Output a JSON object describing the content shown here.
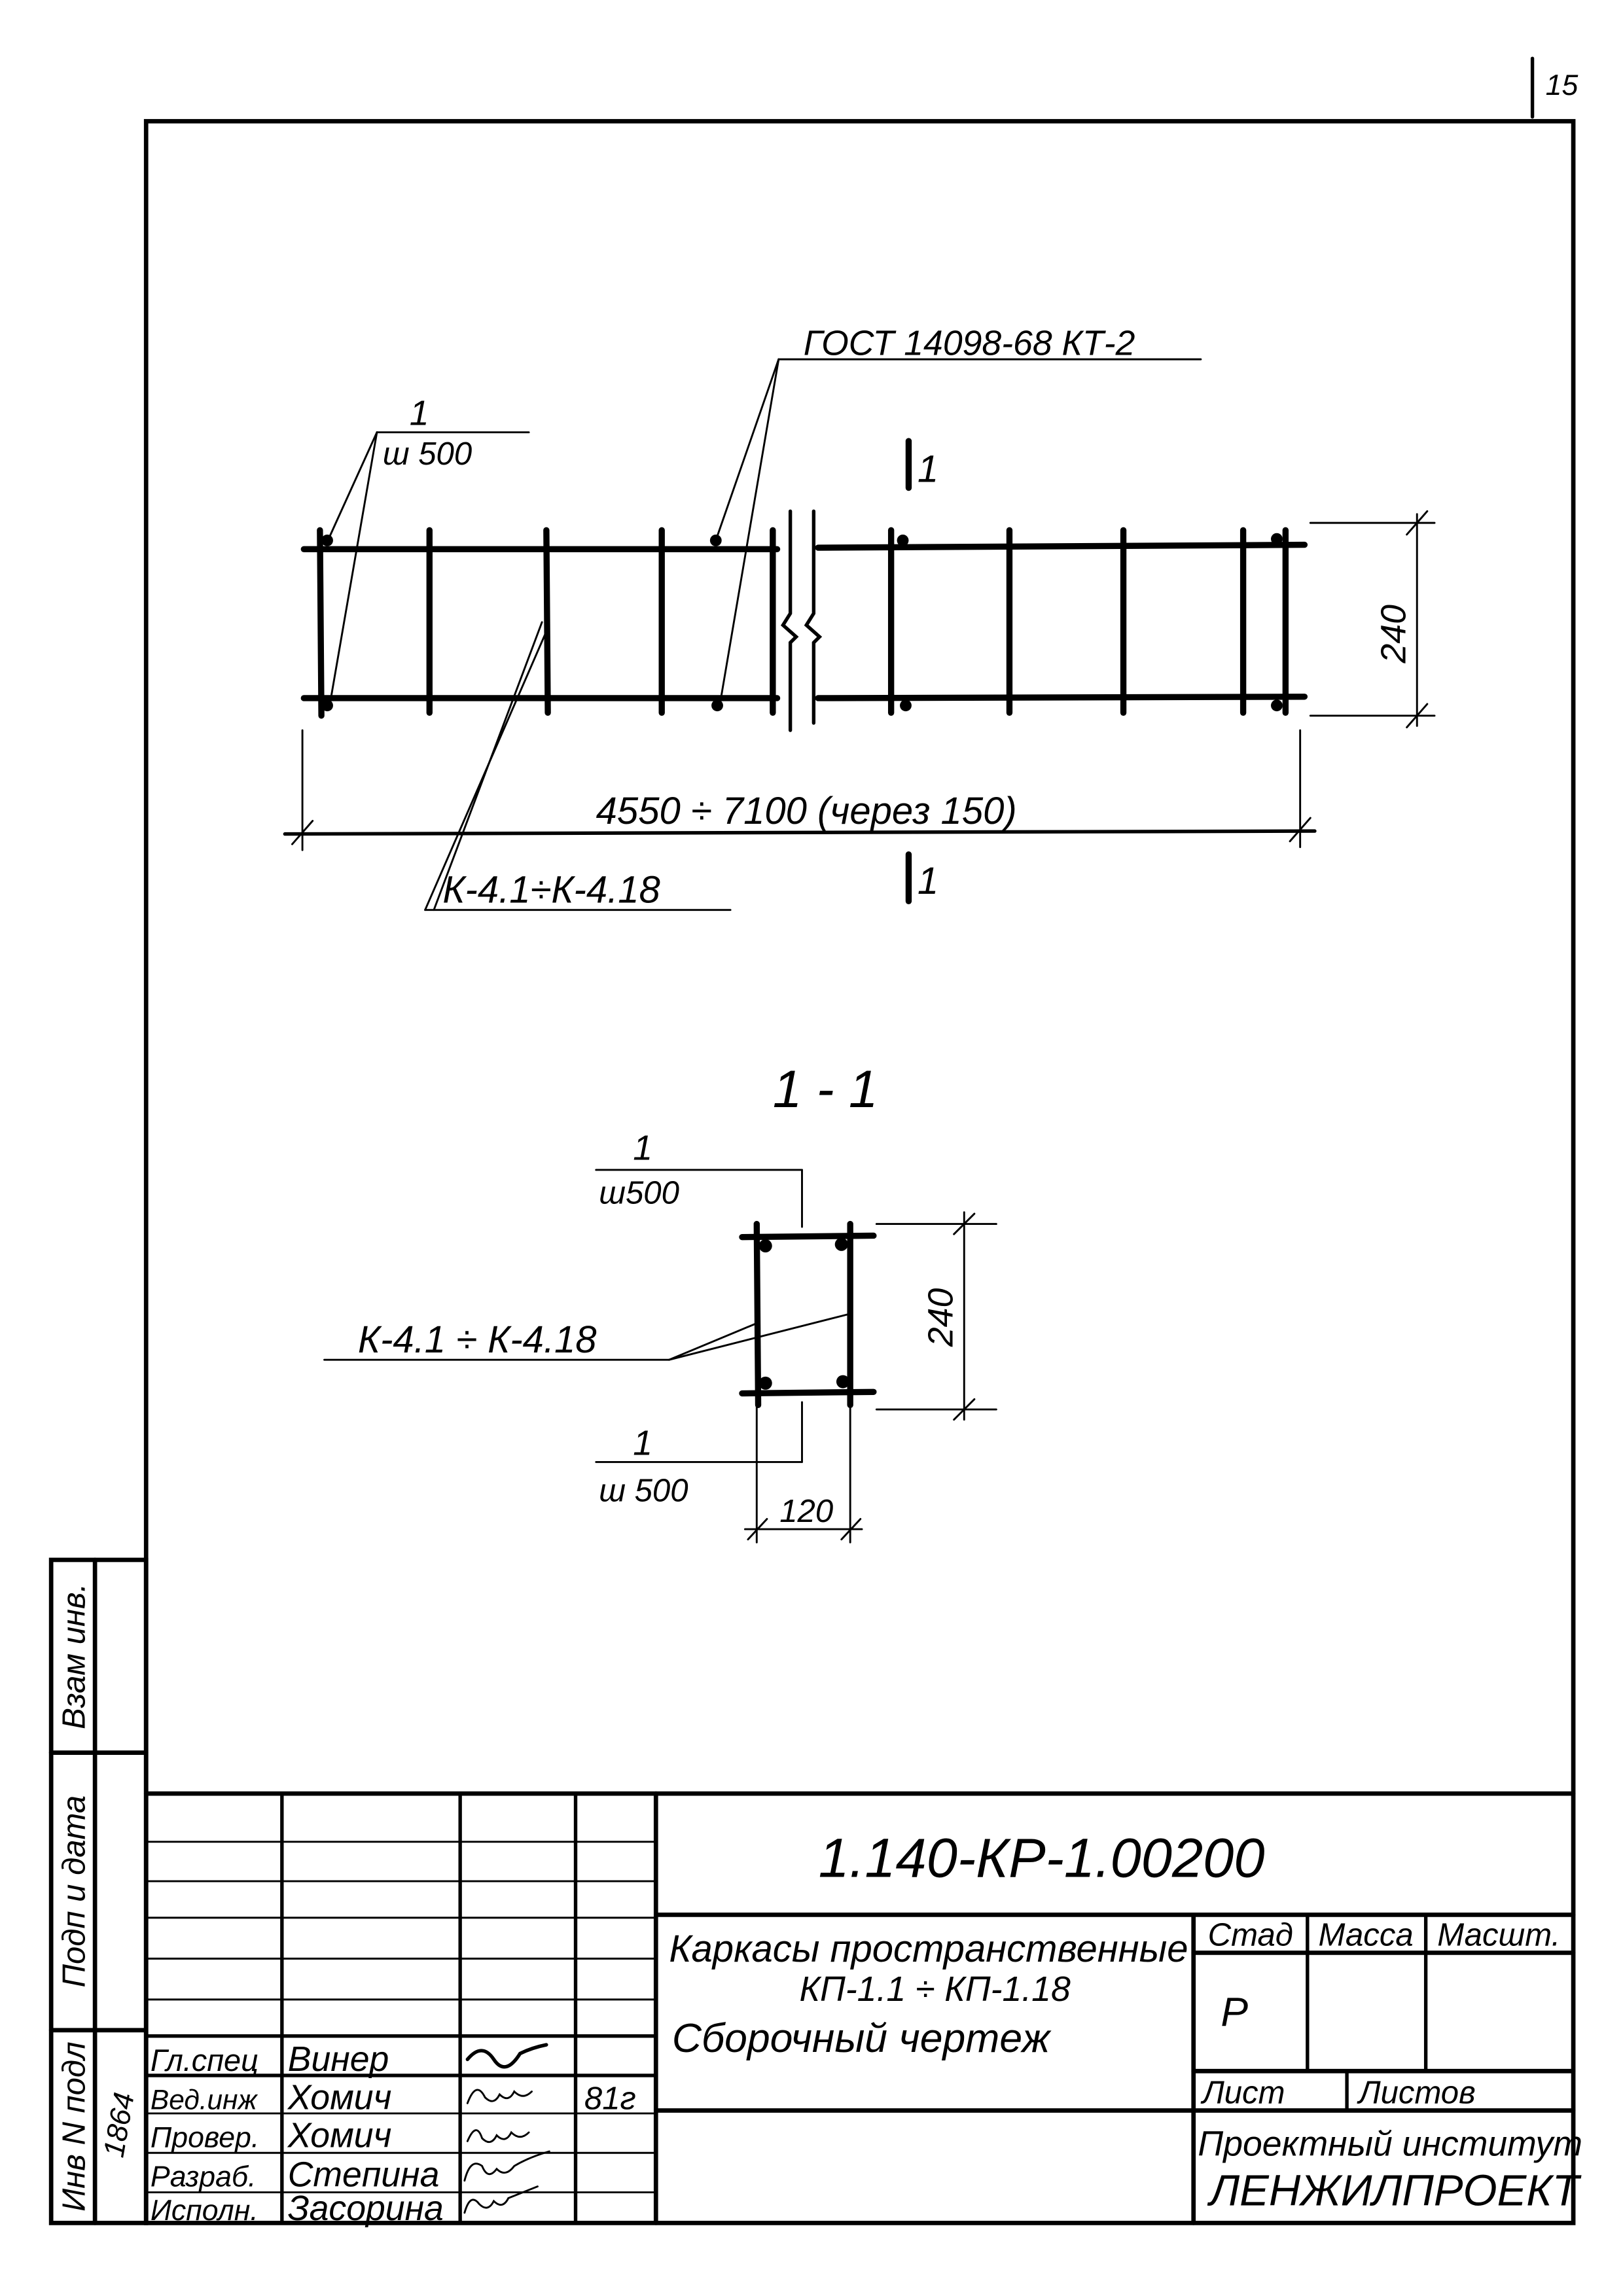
{
  "page_number": "15",
  "main_view": {
    "weld_note": "ГОСТ 14098-68 КТ-2",
    "bar_mark_top": "1",
    "bar_spec_top": "ш 500",
    "frames_label": "К-4.1÷К-4.18",
    "length_dimension": "4550 ÷ 7100 (через 150)",
    "height_dimension": "240",
    "section_mark_top": "1",
    "section_mark_bottom": "1"
  },
  "section_view": {
    "title": "1 - 1",
    "bar_mark_top": "1",
    "bar_spec_top": "ш500",
    "bar_mark_bottom": "1",
    "bar_spec_bottom": "ш 500",
    "frames_label": "К-4.1 ÷ К-4.18",
    "height_dimension": "240",
    "width_dimension": "120"
  },
  "side_stamp": {
    "replacement_inv": "Взам инв.",
    "signature_date": "Подп и дата",
    "original_inv": "Инв N подл",
    "original_inv_value": "1864"
  },
  "title_block": {
    "designation": "1.140-КР-1.00200",
    "name_line1": "Каркасы пространственные",
    "name_line2": "КП-1.1 ÷ КП-1.18",
    "name_line3": "Сборочный чертеж",
    "stage_header": "Стад",
    "mass_header": "Масса",
    "scale_header": "Масшт.",
    "stage_value": "Р",
    "sheet_label": "Лист",
    "sheets_label": "Листов",
    "organization_line1": "Проектный институт",
    "organization_line2": "ЛЕНЖИЛПРОЕКТ",
    "staff": [
      {
        "role": "Гл.спец",
        "name": "Винер",
        "date": ""
      },
      {
        "role": "Вед.инж",
        "name": "Хомич",
        "date": "81г"
      },
      {
        "role": "Провер.",
        "name": "Хомич",
        "date": ""
      },
      {
        "role": "Разраб.",
        "name": "Степина",
        "date": ""
      },
      {
        "role": "Исполн.",
        "name": "Засорина",
        "date": ""
      }
    ]
  }
}
